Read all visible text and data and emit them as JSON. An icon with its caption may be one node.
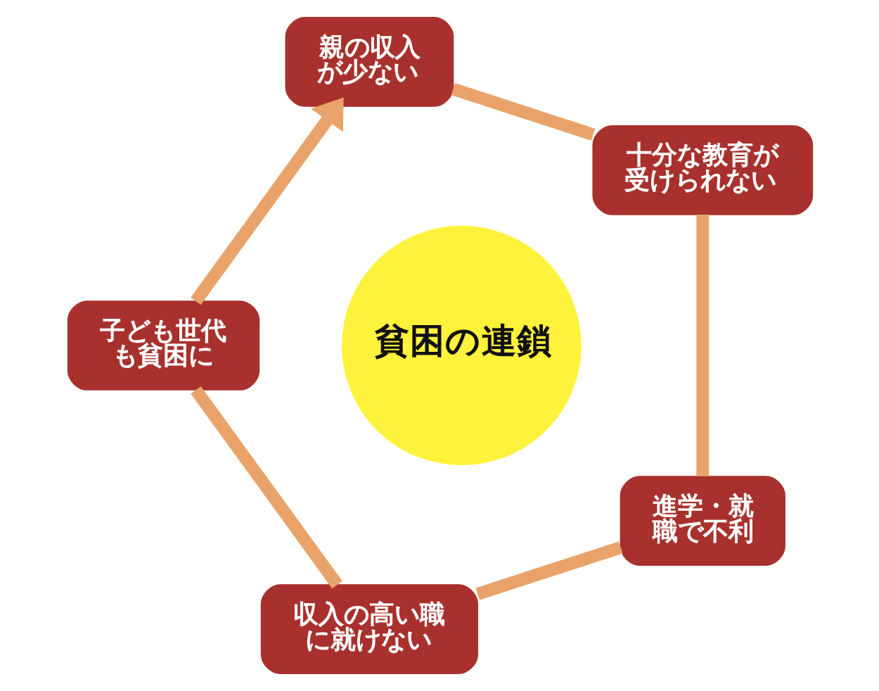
{
  "diagram": {
    "nodes": [
      {
        "text": [
          "親の収入が少ない"
        ]
      },
      {
        "text": [
          "十分な教育が受けられない"
        ]
      },
      {
        "text": [
          "進学・就職で不利"
        ]
      },
      {
        "text": [
          "収入の高い職に就けない"
        ]
      },
      {
        "text": [
          "子ども世代も貧困に"
        ]
      },
      {
        "text": [
          "貧困の連鎖"
        ]
      }
    ],
    "edges": [
      {
        "from": 0,
        "to": 1,
        "arrow": "none"
      },
      {
        "from": 1,
        "to": 2,
        "arrow": "none"
      },
      {
        "from": 2,
        "to": 3,
        "arrow": "none"
      },
      {
        "from": 3,
        "to": 4,
        "arrow": "none"
      },
      {
        "from": 4,
        "to": 0,
        "arrow": "to"
      }
    ]
  }
}
